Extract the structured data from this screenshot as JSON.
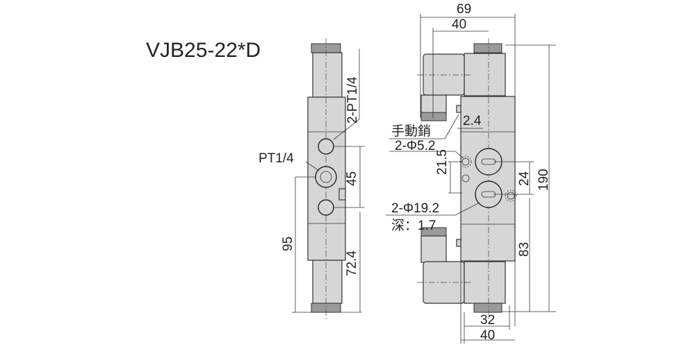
{
  "title": "VJB25-22*D",
  "front_view": {
    "labels": {
      "port_top": "2-PT1/4",
      "port_center": "PT1/4"
    },
    "dimensions": {
      "port_pitch": "45",
      "bottom_to_port": "72.4",
      "bottom_to_center": "95"
    }
  },
  "side_view": {
    "labels": {
      "manual_pin": "手動銷",
      "mount_holes": "2-Φ5.2",
      "port_bore": "2-Φ19.2",
      "depth": "深：1.7"
    },
    "dimensions": {
      "overall_width": "69",
      "coil_offset": "40",
      "pin_protrusion": "2.4",
      "hole_pitch": "21.5",
      "port_pitch": "24",
      "overall_height": "190",
      "bottom_to_port": "83",
      "body_inner_width": "32",
      "body_width": "40"
    }
  }
}
